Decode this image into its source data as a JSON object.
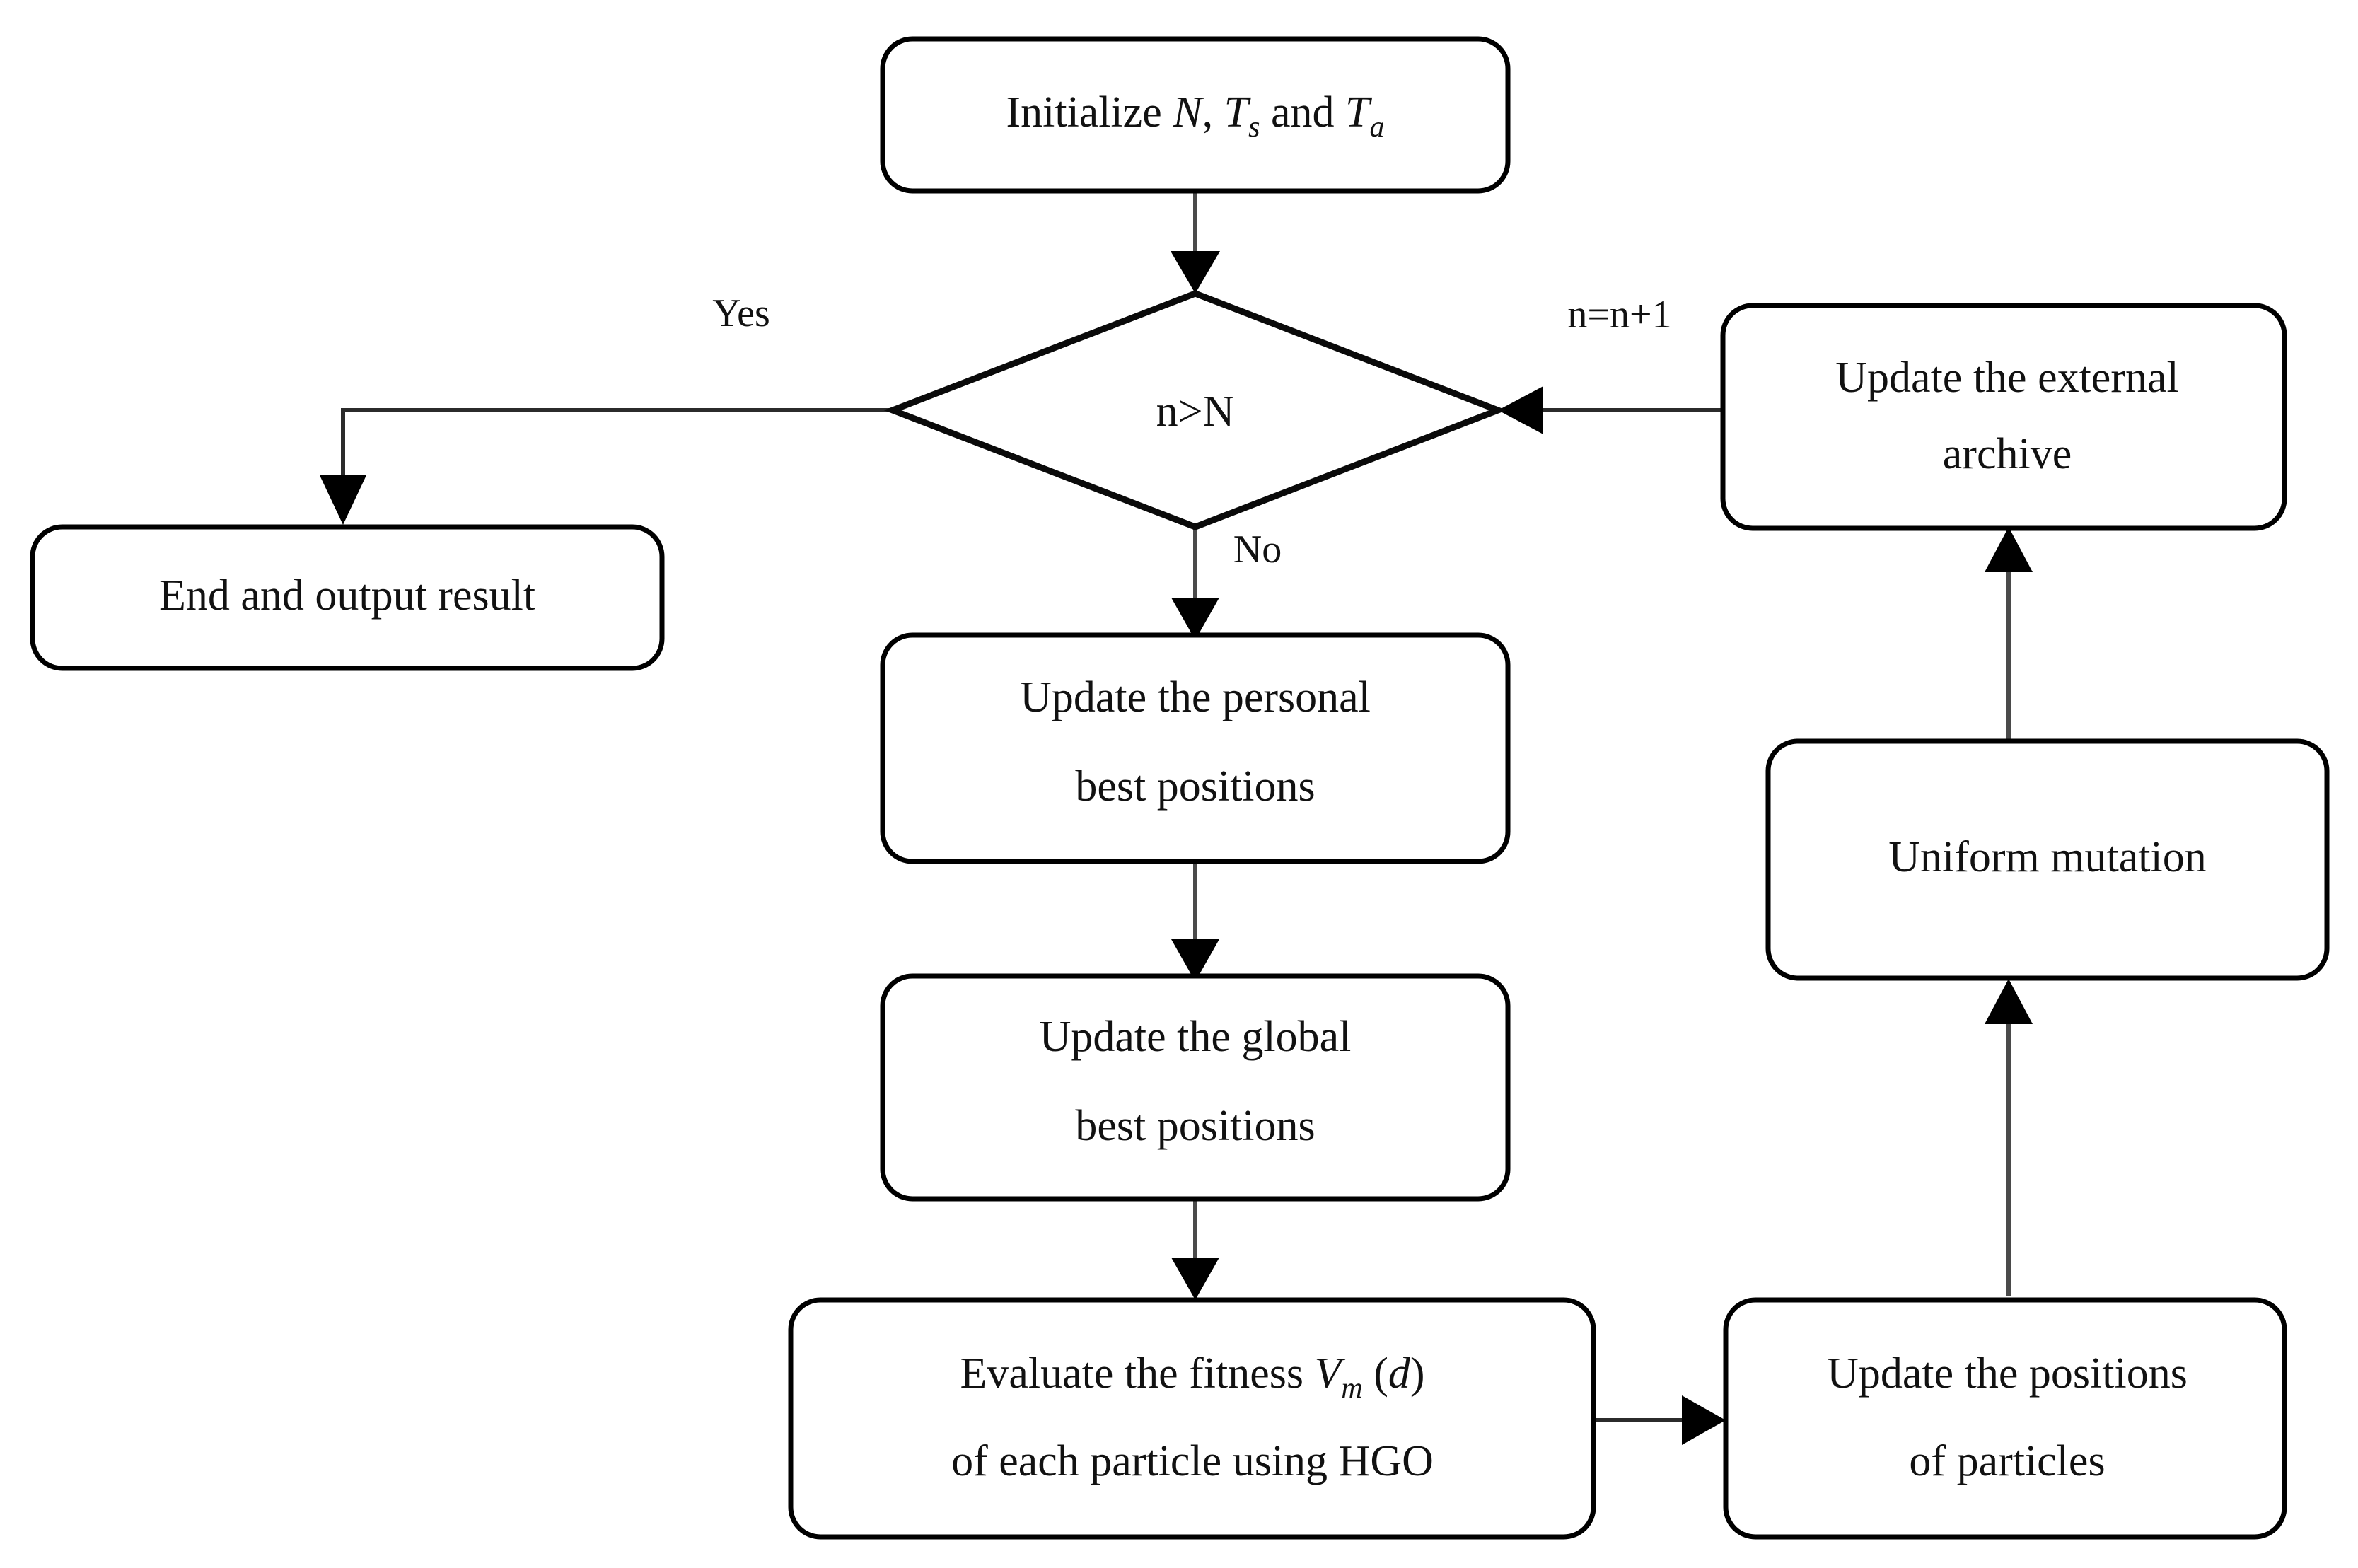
{
  "diagram": {
    "title": "MOPSO-HGO optimization flowchart",
    "type": "flowchart",
    "background_color": "#ffffff",
    "line_color": "#000000",
    "arrow_color": "#4a4a4a"
  },
  "nodes": {
    "initialize": {
      "shape": "rounded-rect",
      "text_plain": "Initialize N, Ts and Ta",
      "segments": [
        {
          "text": "Initialize ",
          "style": "normal"
        },
        {
          "text": "N",
          "style": "italic"
        },
        {
          "text": ", ",
          "style": "normal"
        },
        {
          "text": "T",
          "style": "italic"
        },
        {
          "text": "s",
          "style": "italic-sub"
        },
        {
          "text": " and ",
          "style": "normal"
        },
        {
          "text": "T",
          "style": "italic"
        },
        {
          "text": "a",
          "style": "italic-sub"
        }
      ]
    },
    "decision": {
      "shape": "diamond",
      "text_plain": "n>N"
    },
    "end_output": {
      "shape": "rounded-rect",
      "text_plain": "End and output result"
    },
    "update_personal_best": {
      "shape": "rounded-rect",
      "line1": "Update the personal",
      "line2": "best positions"
    },
    "update_global_best": {
      "shape": "rounded-rect",
      "line1": "Update the global",
      "line2": "best positions"
    },
    "evaluate_fitness": {
      "shape": "rounded-rect",
      "text_plain": "Evaluate the fitness Vm(d) of each particle using HGO",
      "line1_segments": [
        {
          "text": "Evaluate the fitness ",
          "style": "normal"
        },
        {
          "text": "V",
          "style": "italic"
        },
        {
          "text": "m",
          "style": "italic-sub"
        },
        {
          "text": " (",
          "style": "normal"
        },
        {
          "text": "d",
          "style": "italic"
        },
        {
          "text": ")",
          "style": "normal"
        }
      ],
      "line2": "of each particle using HGO"
    },
    "update_positions": {
      "shape": "rounded-rect",
      "line1": "Update the positions",
      "line2": "of particles"
    },
    "uniform_mutation": {
      "shape": "rounded-rect",
      "text_plain": "Uniform mutation"
    },
    "update_archive": {
      "shape": "rounded-rect",
      "line1": "Update the external",
      "line2": "archive"
    }
  },
  "edge_labels": {
    "yes": "Yes",
    "no": "No",
    "increment": "n=n+1"
  }
}
